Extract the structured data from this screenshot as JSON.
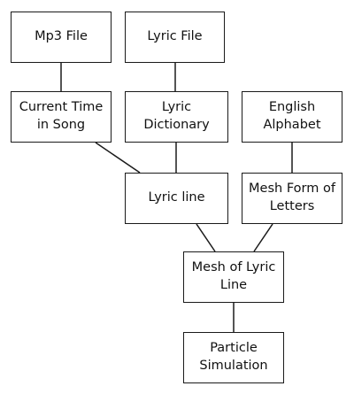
{
  "nodes": {
    "mp3_file": "Mp3 File",
    "lyric_file": "Lyric File",
    "current_time_line1": "Current Time",
    "current_time_line2": "in Song",
    "lyric_dictionary": "Lyric Dictionary",
    "english_alphabet_line1": "English",
    "english_alphabet_line2": "Alphabet",
    "lyric_line": "Lyric line",
    "mesh_form_line1": "Mesh Form of",
    "mesh_form_line2": "Letters",
    "mesh_lyric_line1": "Mesh of Lyric",
    "mesh_lyric_line2": "Line",
    "particle_line1": "Particle",
    "particle_line2": "Simulation"
  },
  "colors": {
    "stroke": "#1a1a1a",
    "text": "#111111",
    "background": "#ffffff"
  }
}
